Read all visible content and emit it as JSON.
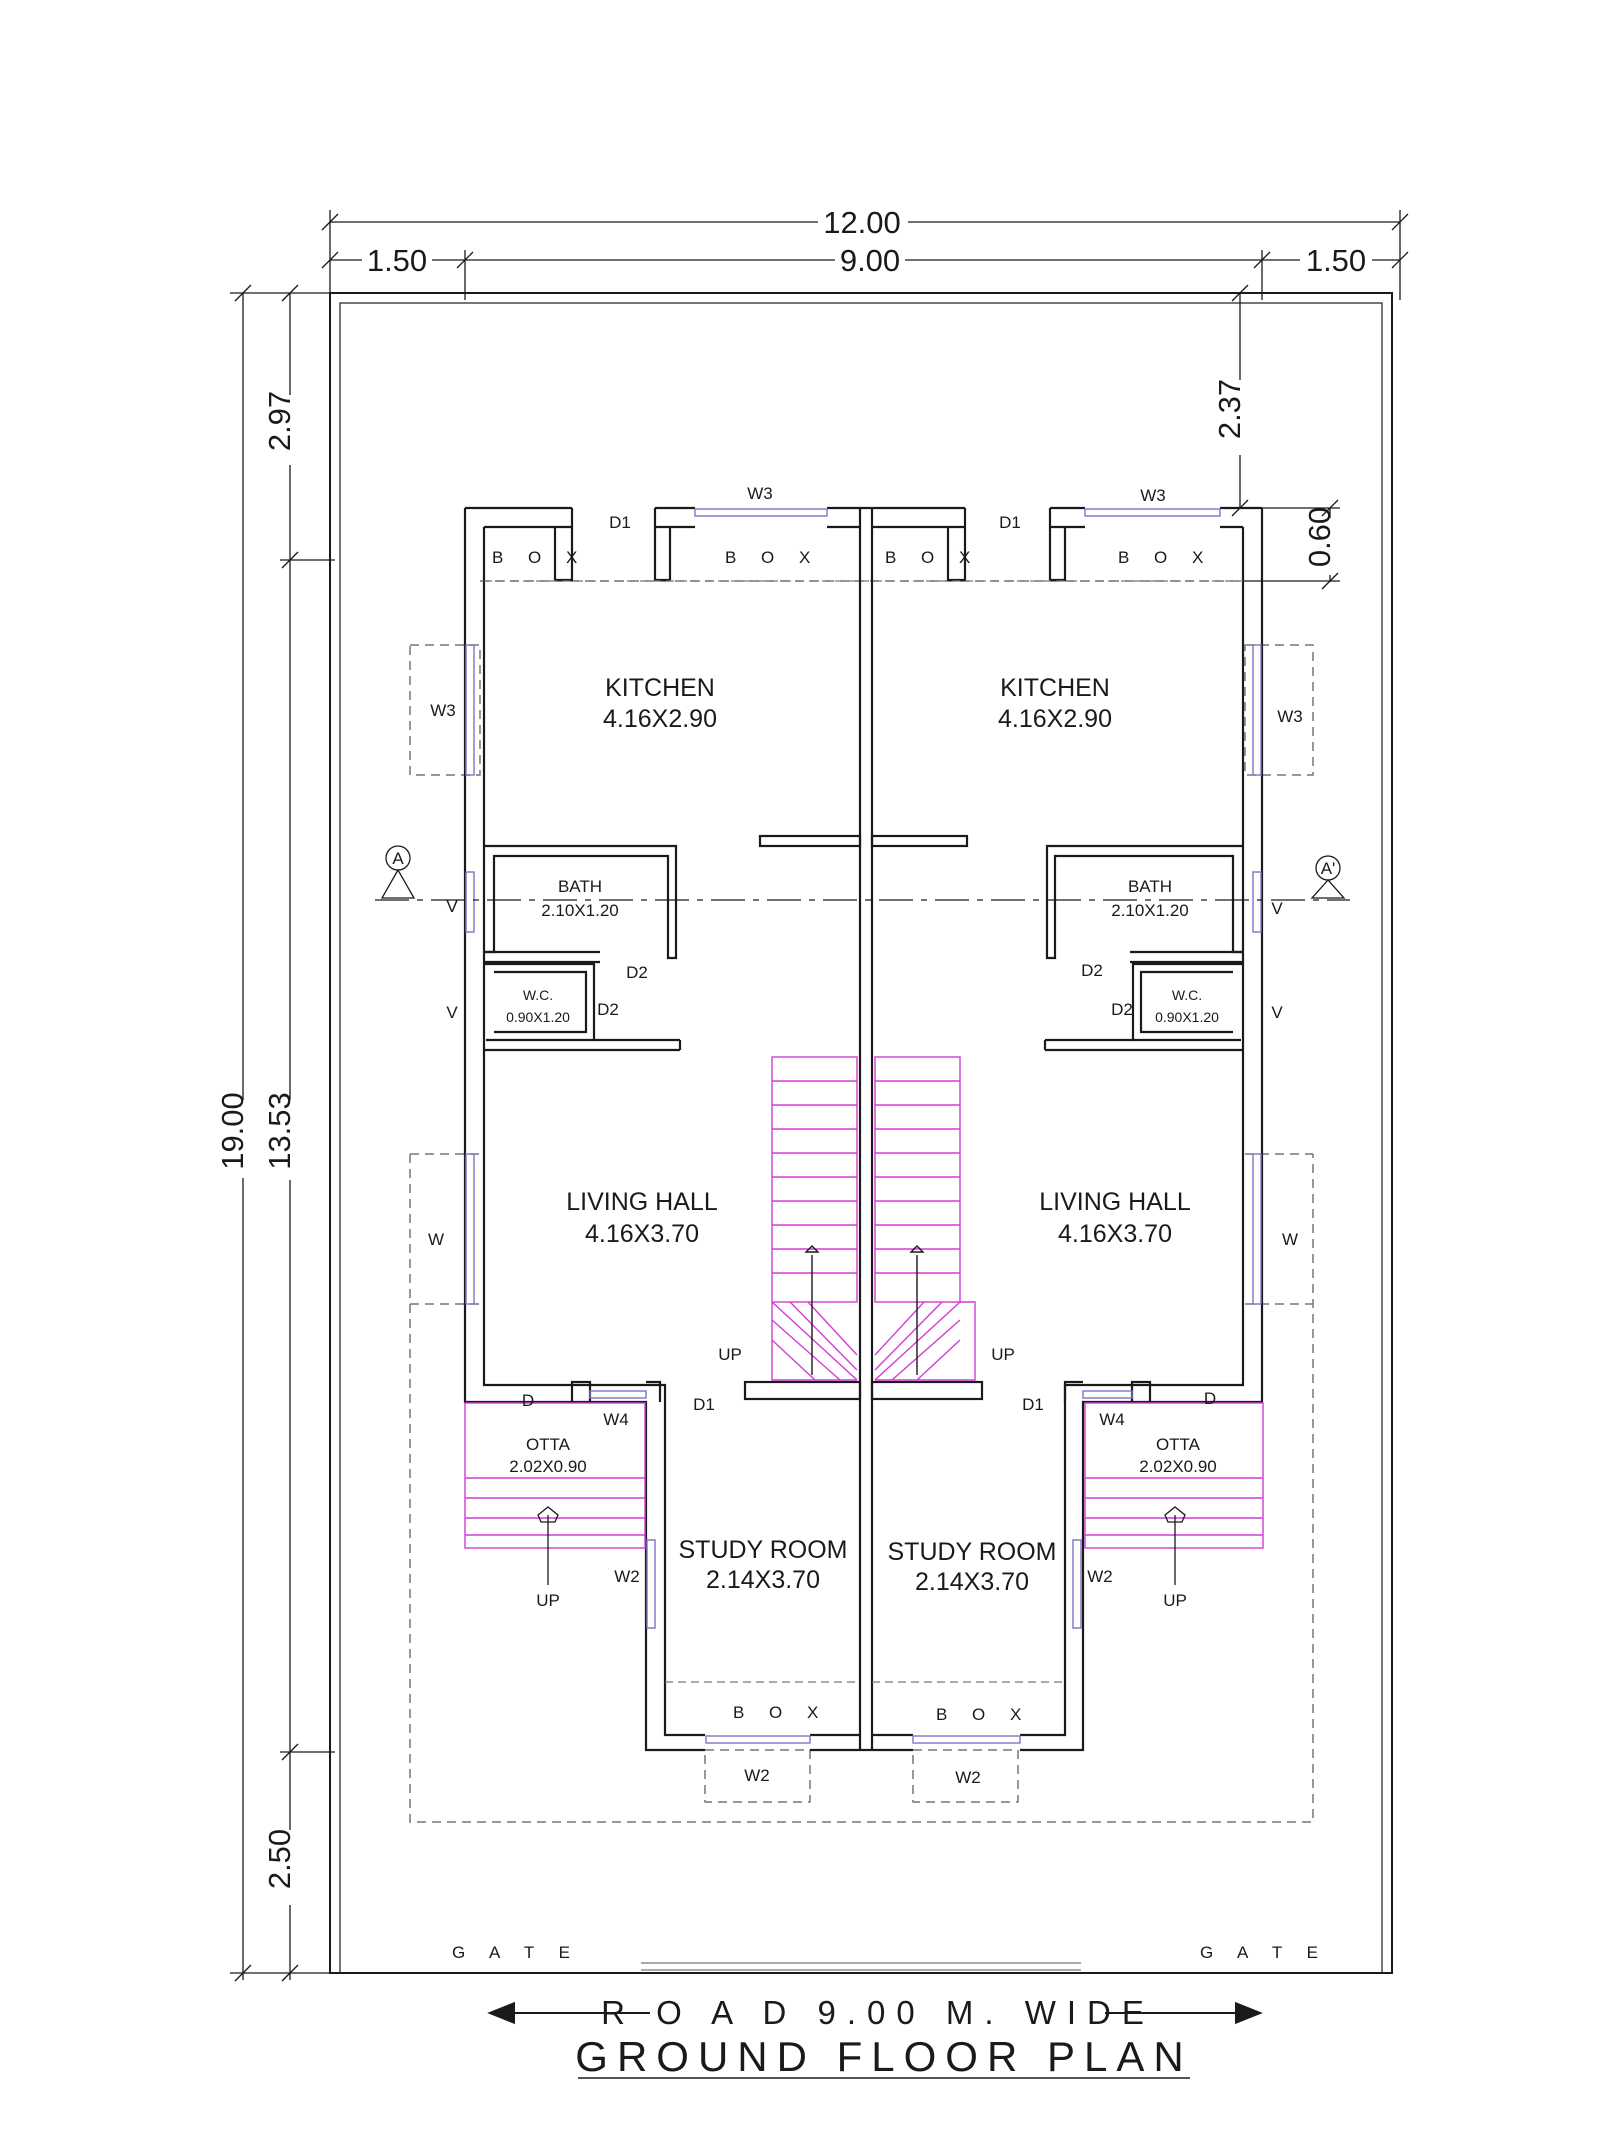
{
  "title": "GROUND FLOOR PLAN",
  "road": "R O A D 9.00 M. WIDE",
  "gate": "G A T E",
  "colors": {
    "wall": "#1a1a1a",
    "stair": "#d33cd3",
    "window": "#7a74c8",
    "dash": "#777777"
  },
  "dimensions": {
    "total_width": "12.00",
    "setback_left": "1.50",
    "building_width": "9.00",
    "setback_right": "1.50",
    "total_depth": "19.00",
    "front_setback": "2.97",
    "building_depth": "13.53",
    "rear_setback": "2.50",
    "right_top": "2.37",
    "box_depth": "0.60"
  },
  "section": {
    "left": "A",
    "right": "A'"
  },
  "rooms": {
    "kitchen": {
      "name": "KITCHEN",
      "size": "4.16X2.90"
    },
    "bath": {
      "name": "BATH",
      "size": "2.10X1.20"
    },
    "wc": {
      "name": "W.C.",
      "size": "0.90X1.20"
    },
    "living": {
      "name": "LIVING HALL",
      "size": "4.16X3.70"
    },
    "study": {
      "name": "STUDY ROOM",
      "size": "2.14X3.70"
    },
    "otta": {
      "name": "OTTA",
      "size": "2.02X0.90"
    }
  },
  "labels": {
    "box": "B O X",
    "d": "D",
    "d1": "D1",
    "d2": "D2",
    "w": "W",
    "w2": "W2",
    "w3": "W3",
    "w4": "W4",
    "v": "V",
    "up": "UP"
  }
}
